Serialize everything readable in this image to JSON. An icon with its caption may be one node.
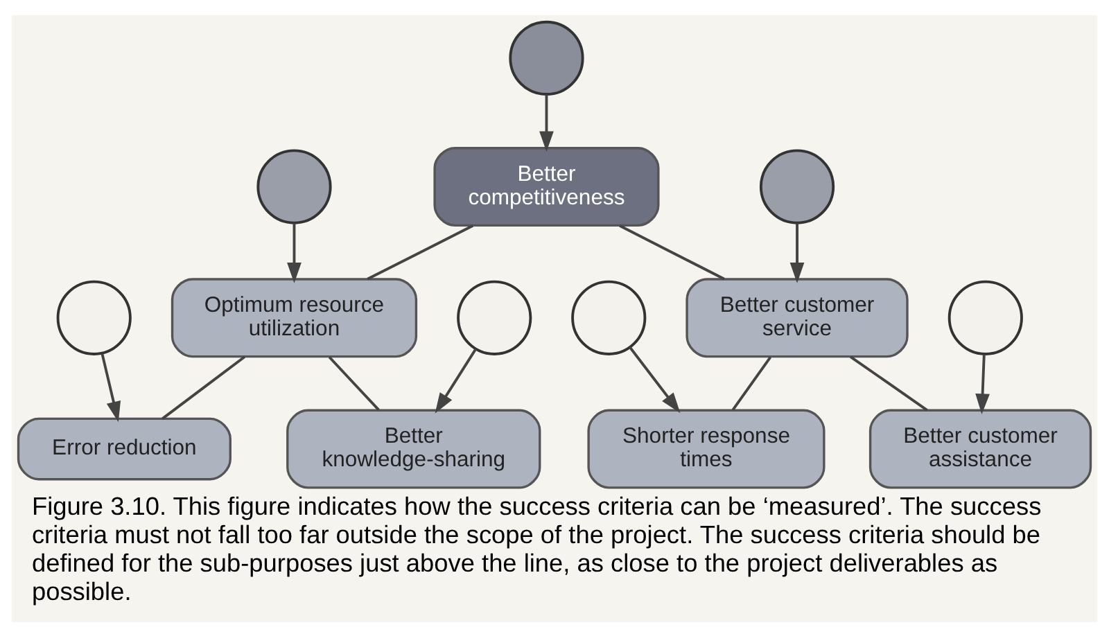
{
  "diagram": {
    "caption": "Figure 3.10. This figure indicates how the success criteria can be ‘measured’. The success criteria must not fall too far outside the scope of the project. The success criteria should be defined for the sub-purposes just above the line, as close to the project deliverables as possible.",
    "nodes": [
      {
        "text": [
          "Better competitiveness"
        ]
      },
      {
        "text": [
          "Optimum resource utilization"
        ]
      },
      {
        "text": [
          "Better customer service"
        ]
      },
      {
        "text": [
          "Error reduction"
        ]
      },
      {
        "text": [
          "Better knowledge-sharing"
        ]
      },
      {
        "text": [
          "Shorter response times"
        ]
      },
      {
        "text": [
          "Better customer assistance"
        ]
      },
      {
        "text": [],
        "shape": "circle"
      },
      {
        "text": [],
        "shape": "circle"
      },
      {
        "text": [],
        "shape": "circle"
      },
      {
        "text": [],
        "shape": "circle"
      },
      {
        "text": [],
        "shape": "circle"
      },
      {
        "text": [],
        "shape": "circle"
      },
      {
        "text": [],
        "shape": "circle"
      }
    ],
    "edges": [
      {
        "from": 7,
        "to": 0,
        "arrow": "to"
      },
      {
        "from": 0,
        "to": 1,
        "arrow": "none"
      },
      {
        "from": 0,
        "to": 2,
        "arrow": "none"
      },
      {
        "from": 8,
        "to": 1,
        "arrow": "to"
      },
      {
        "from": 9,
        "to": 2,
        "arrow": "to"
      },
      {
        "from": 1,
        "to": 3,
        "arrow": "none"
      },
      {
        "from": 1,
        "to": 4,
        "arrow": "none"
      },
      {
        "from": 2,
        "to": 5,
        "arrow": "none"
      },
      {
        "from": 2,
        "to": 6,
        "arrow": "none"
      },
      {
        "from": 10,
        "to": 3,
        "arrow": "to"
      },
      {
        "from": 11,
        "to": 4,
        "arrow": "to"
      },
      {
        "from": 12,
        "to": 5,
        "arrow": "to"
      },
      {
        "from": 13,
        "to": 6,
        "arrow": "to"
      }
    ]
  }
}
